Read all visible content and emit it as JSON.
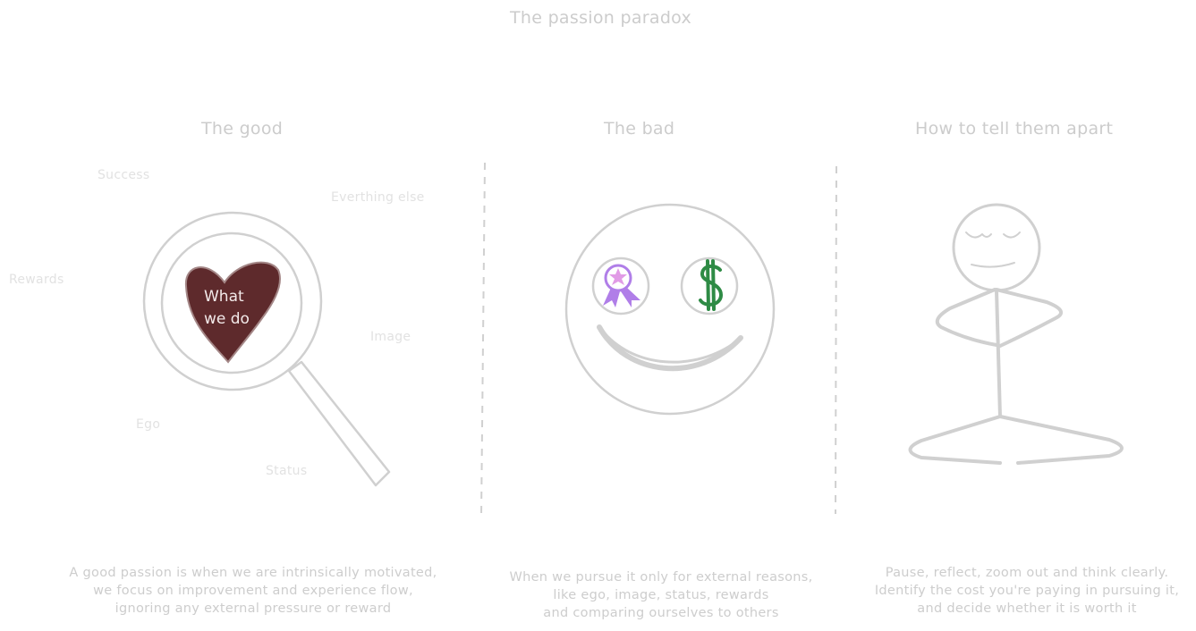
{
  "title": "The passion paradox",
  "columns": [
    {
      "heading": "The good",
      "heart_text": "What\nwe do",
      "words": [
        "Success",
        "Everthing else",
        "Rewards",
        "Image",
        "Ego",
        "Status"
      ],
      "caption": "A good passion is when we are intrinsically motivated,\nwe focus on improvement and experience flow,\nignoring any external pressure or reward"
    },
    {
      "heading": "The bad",
      "caption": "When we pursue it only for external reasons,\nlike ego, image, status, rewards\nand comparing ourselves to others"
    },
    {
      "heading": "How to tell them apart",
      "caption": "Pause, reflect, zoom out and think clearly.\nIdentify the cost you're paying in pursuing it,\nand decide whether it is worth it"
    }
  ],
  "colors": {
    "stroke": "#d0d0d0",
    "heart": "#5e2a2c",
    "badge": "#c88fe8",
    "dollar": "#2e8b45",
    "text": "#cccccc"
  },
  "icons": [
    "magnifying-glass-icon",
    "heart-icon",
    "smiley-face-icon",
    "badge-icon",
    "dollar-icon",
    "meditating-figure-icon"
  ]
}
